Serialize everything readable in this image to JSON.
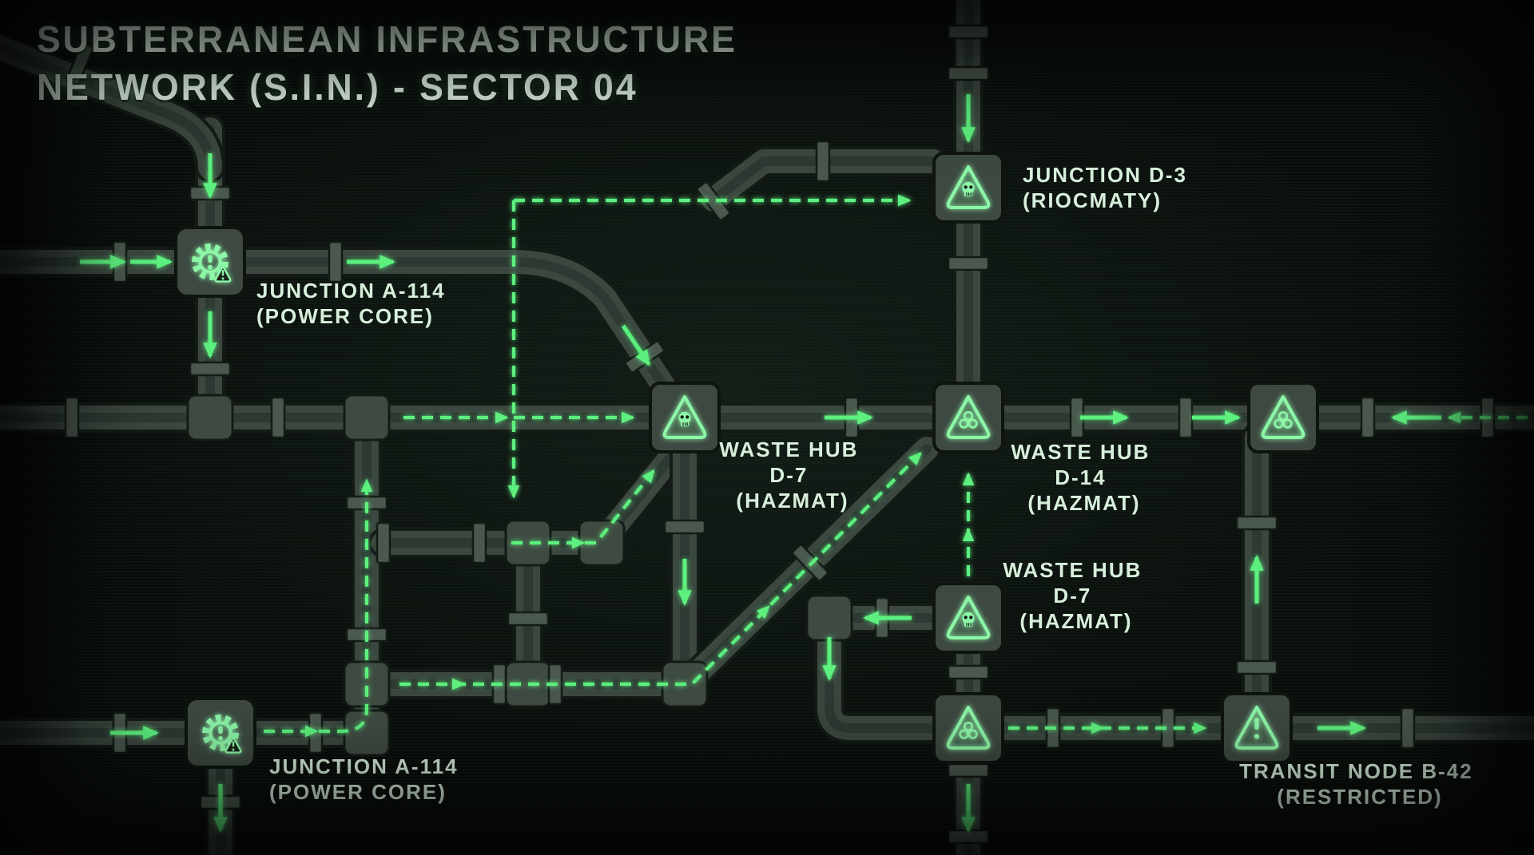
{
  "title": {
    "line1": "SUBTERRANEAN INFRASTRUCTURE",
    "line2": "NETWORK (S.I.N.) - SECTOR 04"
  },
  "colors": {
    "background": "#0b110d",
    "pipe": "#3b473f",
    "pipe_outline": "#141b16",
    "glow_green": "#8df7a8",
    "flow_green": "#5df07f",
    "label_text": "#d8efdc"
  },
  "nodes": [
    {
      "id": "junction-a114-top",
      "icon": "gear-warning-icon",
      "line1": "JUNCTION A-114",
      "line2": "(POWER CORE)"
    },
    {
      "id": "junction-d3",
      "icon": "skull-hazard-icon",
      "line1": "JUNCTION D-3",
      "line2": "(RIOCMATY)"
    },
    {
      "id": "waste-hub-d7",
      "icon": "skull-hazard-icon",
      "line1": "WASTE HUB",
      "line2": "D-7",
      "line3": "(HAZMAT)"
    },
    {
      "id": "waste-hub-d14",
      "icon": "biohazard-icon",
      "line1": "WASTE HUB",
      "line2": "D-14",
      "line3": "(HAZMAT)"
    },
    {
      "id": "junction-east",
      "icon": "biohazard-icon"
    },
    {
      "id": "waste-hub-d7-south",
      "icon": "skull-hazard-icon",
      "line1": "WASTE HUB",
      "line2": "D-7",
      "line3": "(HAZMAT)"
    },
    {
      "id": "junction-a114-south",
      "icon": "gear-warning-icon",
      "line1": "JUNCTION A-114",
      "line2": "(POWER CORE)"
    },
    {
      "id": "junction-south",
      "icon": "biohazard-icon"
    },
    {
      "id": "transit-node-b42",
      "icon": "warning-icon",
      "line1": "TRANSIT NODE B-42",
      "line2": "(RESTRICTED)"
    }
  ]
}
